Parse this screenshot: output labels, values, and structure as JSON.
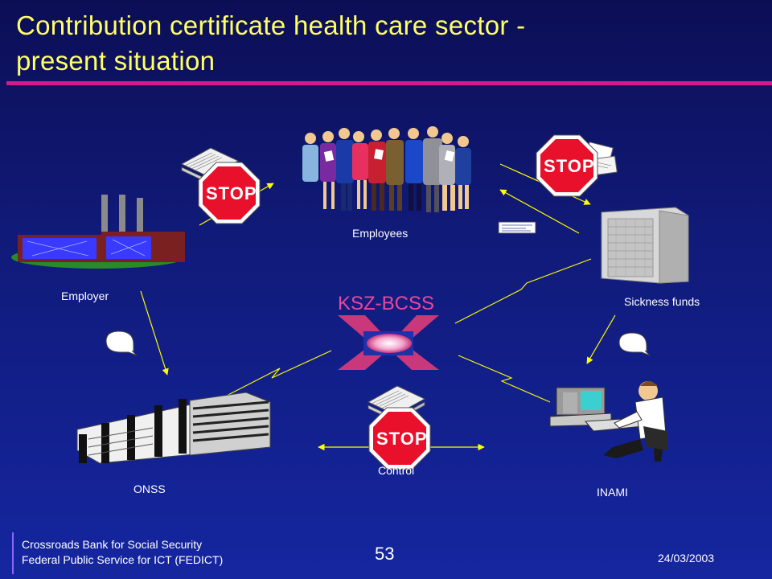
{
  "slide": {
    "title_line1": "Contribution certificate health care sector -",
    "title_line2": "present situation"
  },
  "nodes": {
    "employees": "Employees",
    "employer": "Employer",
    "sickness_funds": "Sickness funds",
    "hub": "KSZ-BCSS",
    "onss": "ONSS",
    "inami": "INAMI",
    "control": "Control"
  },
  "icons": {
    "stop_sign": "stop-sign-icon",
    "stop_text": "STOP",
    "question": "speech-bubble-icon"
  },
  "footer": {
    "org_line1": "Crossroads Bank for Social Security",
    "org_line2": "Federal Public Service for ICT (FEDICT)",
    "page_number": "53",
    "date": "24/03/2003"
  },
  "colors": {
    "title": "#ffff66",
    "accent_rule": "#d6188a",
    "arrow": "#ffff00",
    "hub": "#e8489c",
    "stop_red": "#e8102a"
  }
}
